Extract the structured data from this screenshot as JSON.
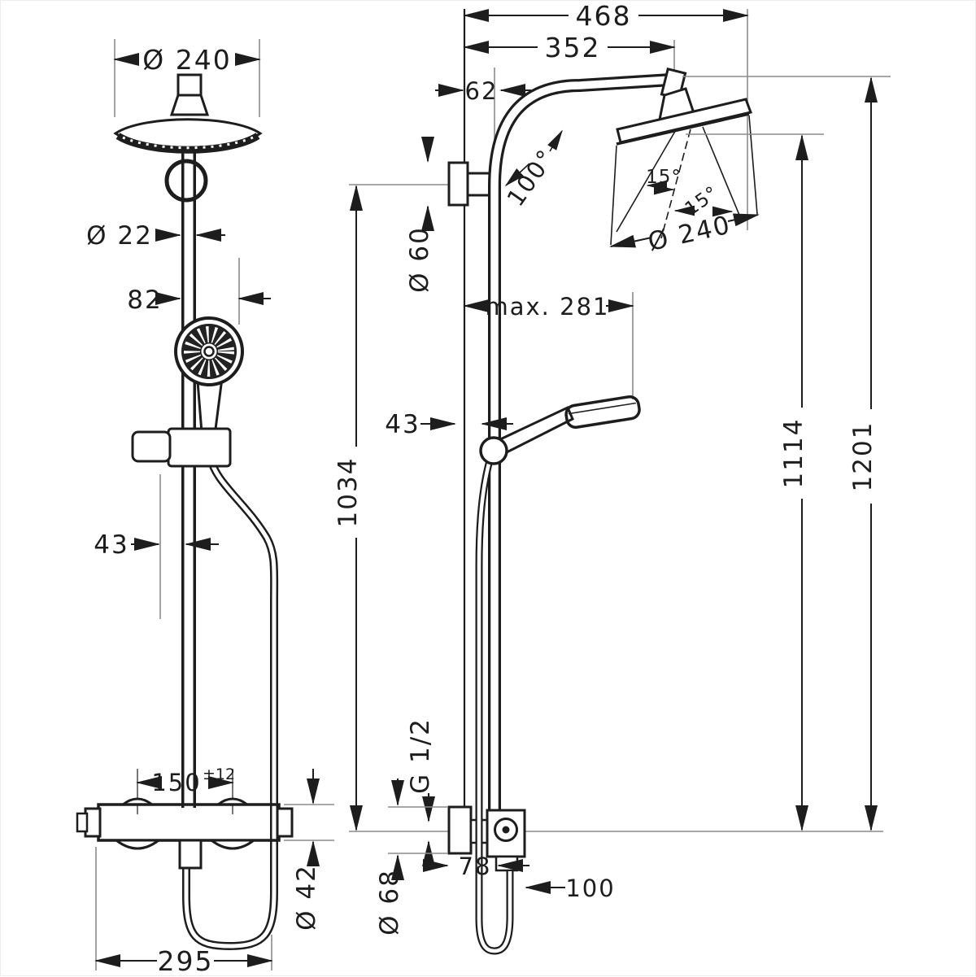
{
  "drawing": {
    "type": "technical dimensional drawing",
    "subject": "shower pipe system with overhead shower, hand shower and thermostat valve",
    "views": [
      "front view",
      "side view"
    ]
  },
  "dims": {
    "front": {
      "head_diameter": "Ø 240",
      "pipe_diameter": "Ø 22",
      "handshower_offset": "82",
      "hose_to_pipe": "43",
      "inlet_spacing": "150",
      "inlet_tolerance": "±12",
      "valve_diameter": "Ø 42",
      "hose_loop_width": "295"
    },
    "side": {
      "overall_projection": "468",
      "head_projection": "352",
      "pipe_wall_distance": "62",
      "arm_angle": "100°",
      "spray_angle_left": "15°",
      "spray_angle_right": "15°",
      "head_diameter": "Ø 240",
      "bracket_diameter": "Ø 60",
      "max_handshower_reach": "max. 281",
      "hose_wall_distance": "43",
      "bar_length": "1034",
      "head_face_height": "1114",
      "overall_height": "1201",
      "connection_thread": "G 1/2",
      "escutcheon_diameter": "Ø 68",
      "valve_depth": "78",
      "valve_total_depth": "100"
    }
  },
  "colors": {
    "line": "#1d1d1d",
    "extension_gray": "#8c8c8c",
    "background": "#ffffff"
  }
}
